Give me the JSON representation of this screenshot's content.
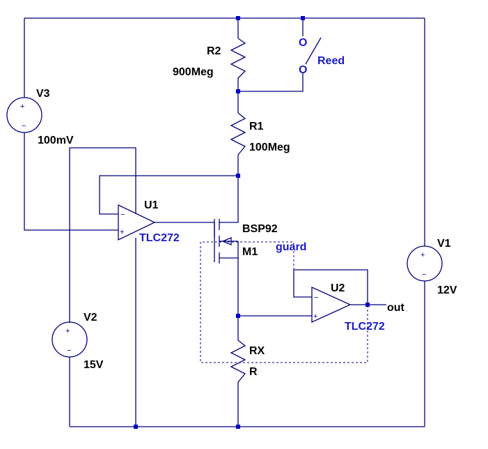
{
  "components": {
    "r2": {
      "ref": "R2",
      "value": "900Meg"
    },
    "r1": {
      "ref": "R1",
      "value": "100Meg"
    },
    "reed": {
      "ref": "Reed",
      "contact_top": "O",
      "contact_bottom": "O"
    },
    "v3": {
      "ref": "V3",
      "value": "100mV"
    },
    "v2": {
      "ref": "V2",
      "value": "15V"
    },
    "v1": {
      "ref": "V1",
      "value": "12V"
    },
    "u1": {
      "ref": "U1",
      "model": "TLC272"
    },
    "u2": {
      "ref": "U2",
      "model": "TLC272"
    },
    "m1": {
      "ref": "M1",
      "model": "BSP92"
    },
    "rx": {
      "ref": "RX",
      "value": "R"
    }
  },
  "nets": {
    "out": "out",
    "guard": "guard"
  },
  "colors": {
    "wire": "#000080",
    "node": "#0000cc",
    "label": "#000000",
    "model_label": "#1a1ac8"
  }
}
